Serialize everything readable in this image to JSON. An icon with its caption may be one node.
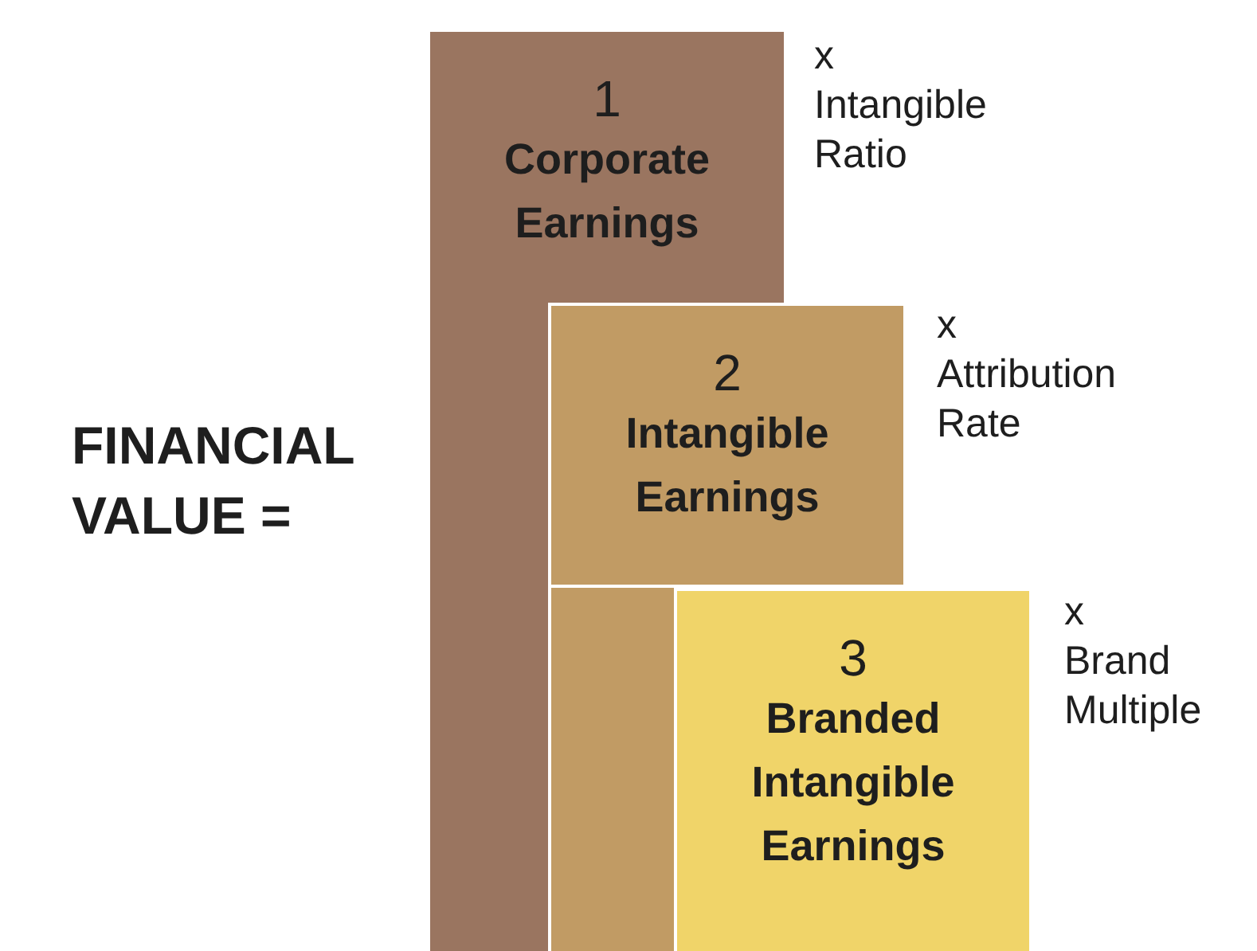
{
  "diagram": {
    "nodes": [
      {
        "text": [
          "1",
          "Corporate Earnings"
        ],
        "beside": [
          "x Intangible Ratio"
        ]
      },
      {
        "text": [
          "2",
          "Intangible Earnings"
        ],
        "beside": [
          "x Attribution Rate"
        ]
      },
      {
        "text": [
          "3",
          "Branded Intangible Earnings"
        ],
        "beside": [
          "x Brand Multiple"
        ]
      }
    ],
    "edges": [],
    "labels": [
      "FINANCIAL VALUE ="
    ]
  }
}
